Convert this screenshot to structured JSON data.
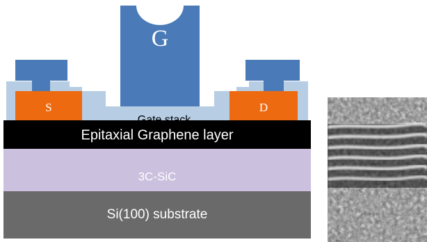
{
  "labels": {
    "gate": "G",
    "source": "S",
    "drain": "D",
    "gate_stack": "Gate stack",
    "graphene": "Epitaxial Graphene layer",
    "sic": "3C-SiC",
    "substrate": "Si(100) substrate"
  },
  "colors": {
    "metal": "#4a7bb8",
    "dielectric": "#b6cde4",
    "contact": "#ee6a10",
    "graphene": "#000000",
    "sic": "#cbc0de",
    "substrate": "#6a6a6a",
    "sic_text": "#ffffff"
  },
  "tem_image": {
    "description_icon": "tem-micrograph"
  }
}
